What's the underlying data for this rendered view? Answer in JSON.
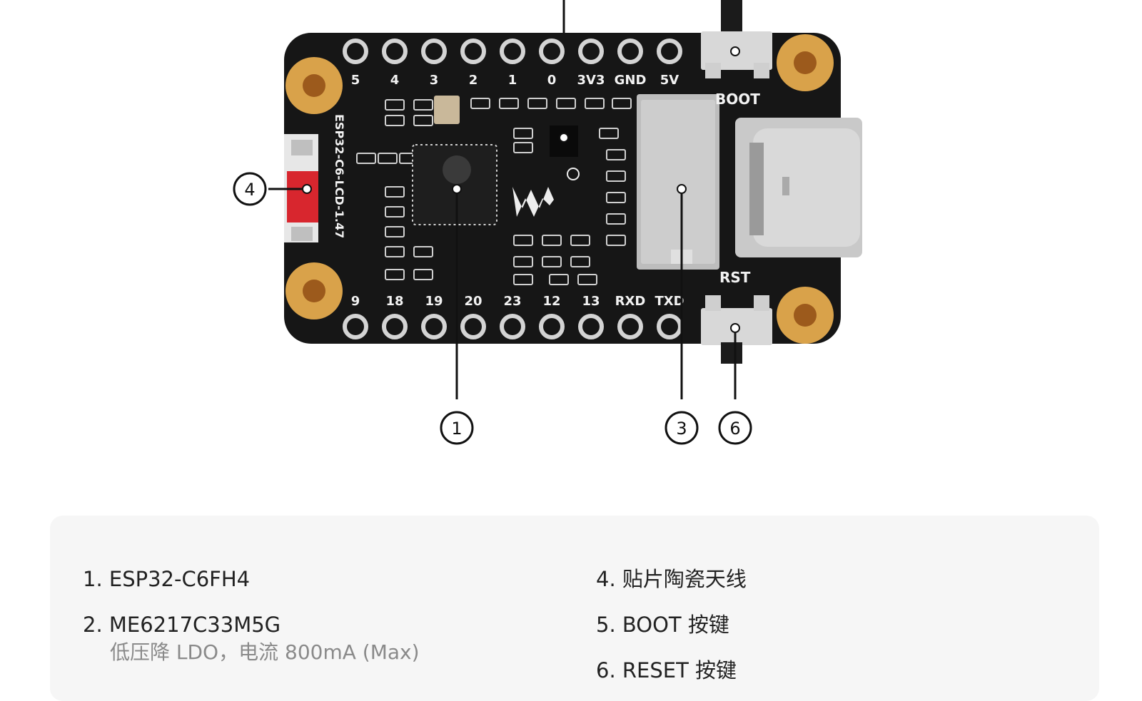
{
  "board": {
    "silkscreen": {
      "top_pins": [
        "5",
        "4",
        "3",
        "2",
        "1",
        "0",
        "3V3",
        "GND",
        "5V"
      ],
      "bottom_pins": [
        "9",
        "18",
        "19",
        "20",
        "23",
        "12",
        "13",
        "RXD",
        "TXD"
      ],
      "boot": "BOOT",
      "rst": "RST",
      "board_name": "ESP32-C6-LCD-1.47"
    },
    "callouts": [
      "1",
      "3",
      "4",
      "6"
    ]
  },
  "legend": {
    "left": [
      {
        "num": "1.",
        "title": "ESP32-C6FH4",
        "desc": ""
      },
      {
        "num": "2.",
        "title": "ME6217C33M5G",
        "desc": "低压降 LDO，电流 800mA (Max)"
      }
    ],
    "right": [
      {
        "num": "4.",
        "title": "贴片陶瓷天线",
        "desc": ""
      },
      {
        "num": "5.",
        "title": "BOOT 按键",
        "desc": ""
      },
      {
        "num": "6.",
        "title": "RESET 按键",
        "desc": ""
      }
    ]
  },
  "colors": {
    "pcb": "#161616",
    "gold": "#d9a24a",
    "antenna": "#d8262e",
    "connector": "#c9c9c9"
  }
}
